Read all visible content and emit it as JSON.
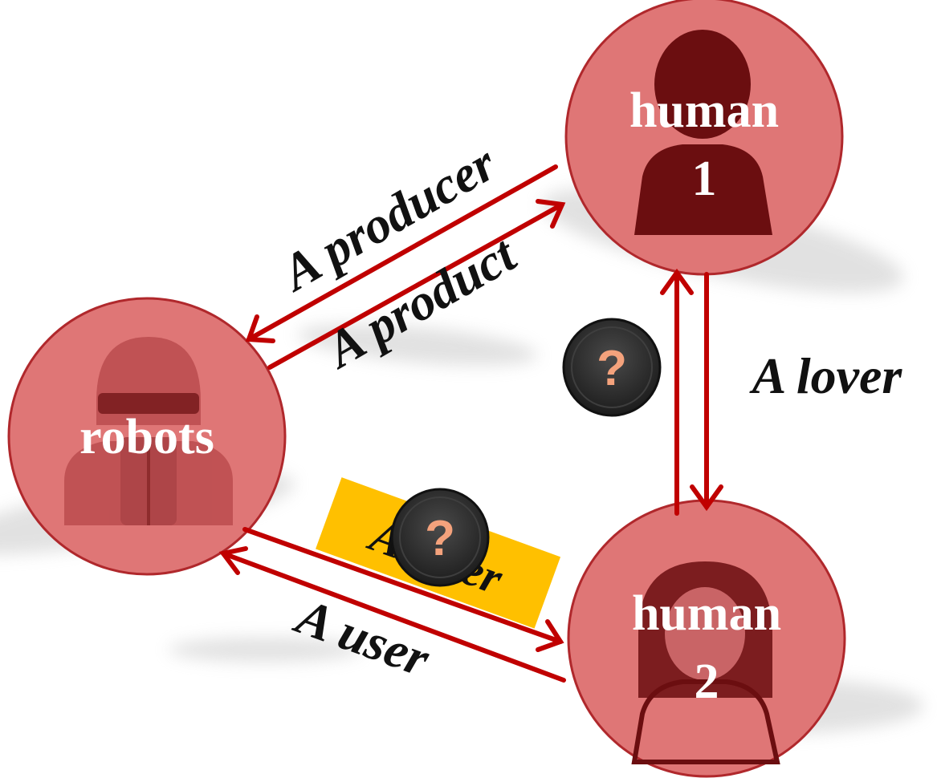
{
  "diagram": {
    "nodes": {
      "robots": {
        "label": "robots"
      },
      "human1": {
        "label_line1": "human",
        "label_line2": "1"
      },
      "human2": {
        "label_line1": "human",
        "label_line2": "2"
      }
    },
    "edges": {
      "producer": {
        "label": "A producer"
      },
      "product": {
        "label": "A product"
      },
      "lover": {
        "label": "A lover"
      },
      "user": {
        "label": "A user"
      },
      "highlighted": {
        "label": "A lover"
      }
    },
    "question_mark": "?"
  },
  "colors": {
    "node_fill": "#df7676",
    "node_stroke": "#b0282c",
    "icon_dark": "#6b0e10",
    "arrow": "#c00000",
    "highlight": "#ffc000",
    "badge": "#2b2b2b"
  }
}
